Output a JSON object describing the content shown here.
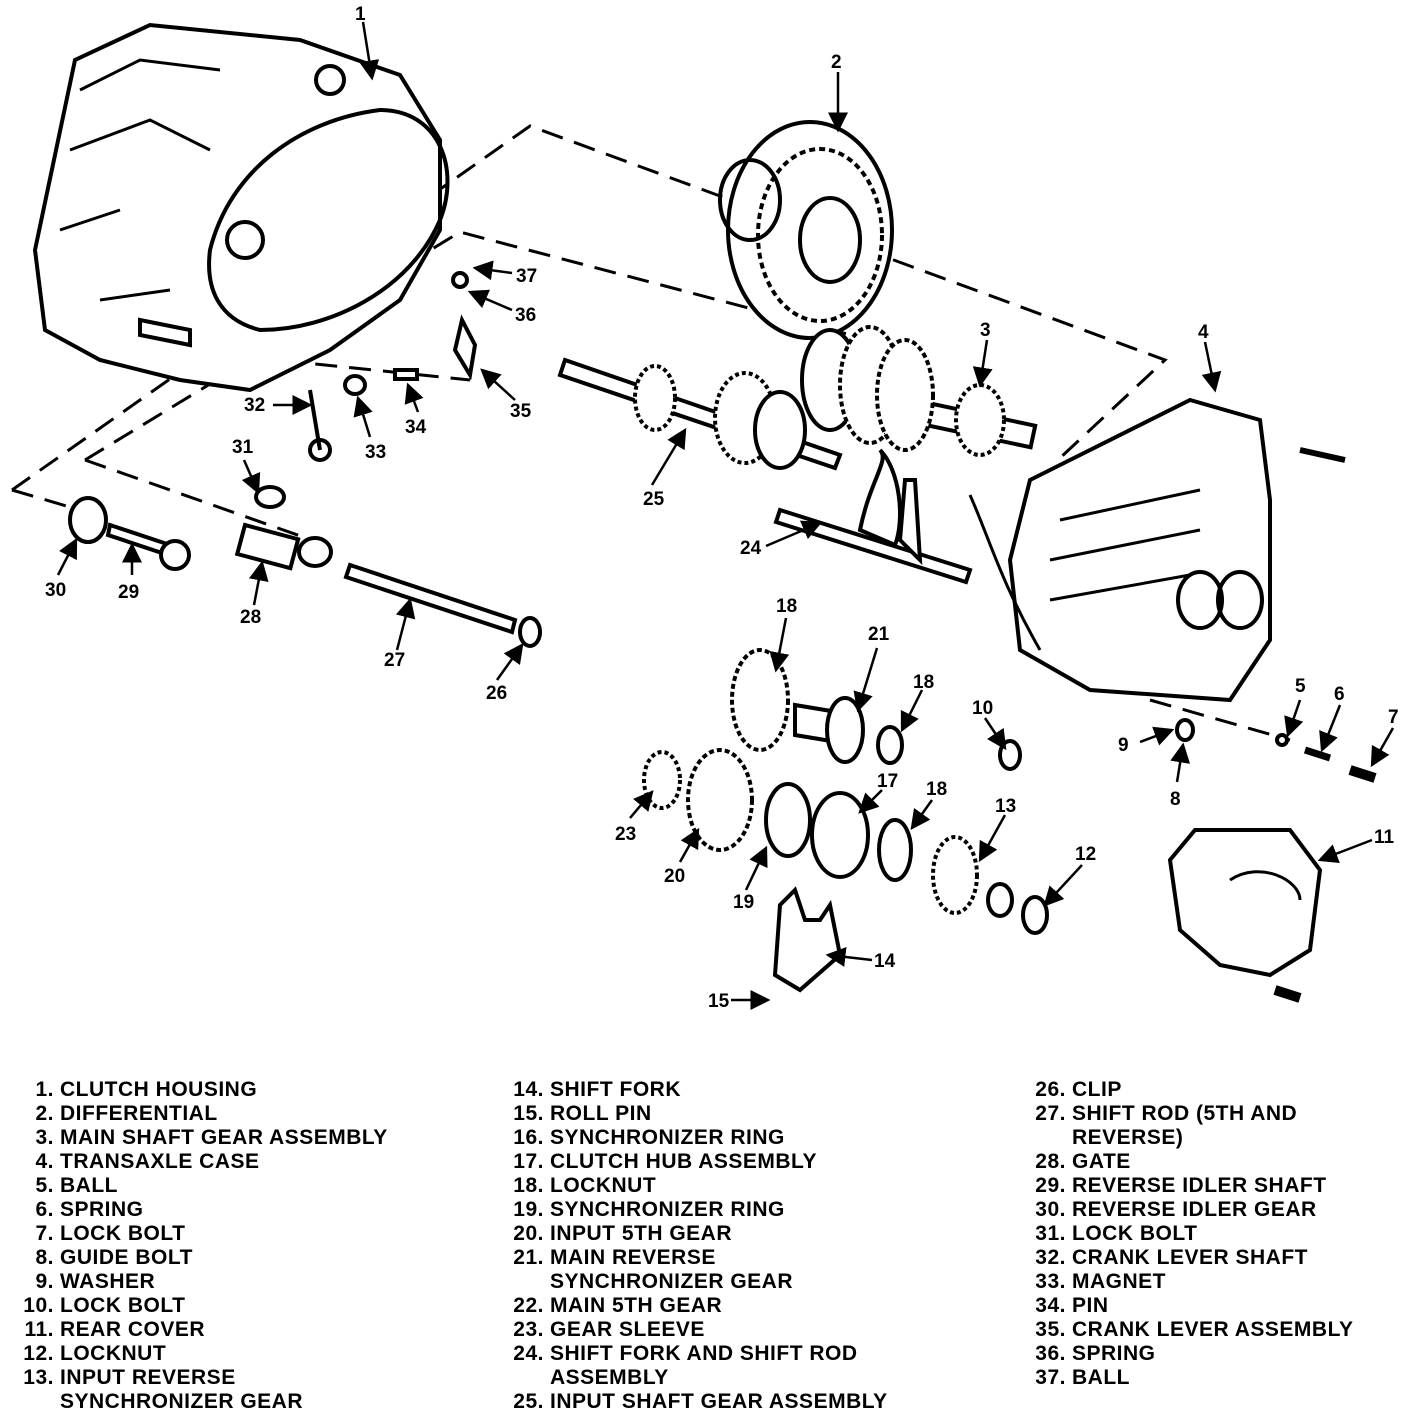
{
  "callouts": [
    "1",
    "2",
    "3",
    "4",
    "5",
    "6",
    "7",
    "8",
    "9",
    "10",
    "11",
    "12",
    "13",
    "14",
    "15",
    "18",
    "17",
    "18",
    "19",
    "20",
    "21",
    "18",
    "23",
    "24",
    "25",
    "26",
    "27",
    "28",
    "29",
    "30",
    "31",
    "32",
    "33",
    "34",
    "35",
    "36",
    "37"
  ],
  "legend": {
    "col1": [
      {
        "num": "1.",
        "text": "CLUTCH HOUSING"
      },
      {
        "num": "2.",
        "text": "DIFFERENTIAL"
      },
      {
        "num": "3.",
        "text": "MAIN SHAFT GEAR ASSEMBLY"
      },
      {
        "num": "4.",
        "text": "TRANSAXLE CASE"
      },
      {
        "num": "5.",
        "text": "BALL"
      },
      {
        "num": "6.",
        "text": "SPRING"
      },
      {
        "num": "7.",
        "text": "LOCK BOLT"
      },
      {
        "num": "8.",
        "text": "GUIDE BOLT"
      },
      {
        "num": "9.",
        "text": "WASHER"
      },
      {
        "num": "10.",
        "text": "LOCK BOLT"
      },
      {
        "num": "11.",
        "text": "REAR COVER"
      },
      {
        "num": "12.",
        "text": "LOCKNUT"
      },
      {
        "num": "13.",
        "text": "INPUT REVERSE",
        "cont": "SYNCHRONIZER GEAR"
      }
    ],
    "col2": [
      {
        "num": "14.",
        "text": "SHIFT FORK"
      },
      {
        "num": "15.",
        "text": "ROLL PIN"
      },
      {
        "num": "16.",
        "text": "SYNCHRONIZER RING"
      },
      {
        "num": "17.",
        "text": "CLUTCH HUB ASSEMBLY"
      },
      {
        "num": "18.",
        "text": "LOCKNUT"
      },
      {
        "num": "19.",
        "text": "SYNCHRONIZER RING"
      },
      {
        "num": "20.",
        "text": "INPUT 5TH GEAR"
      },
      {
        "num": "21.",
        "text": "MAIN REVERSE",
        "cont": "SYNCHRONIZER GEAR"
      },
      {
        "num": "22.",
        "text": "MAIN 5TH GEAR"
      },
      {
        "num": "23.",
        "text": "GEAR SLEEVE"
      },
      {
        "num": "24.",
        "text": "SHIFT FORK AND SHIFT ROD",
        "cont": "ASSEMBLY"
      },
      {
        "num": "25.",
        "text": "INPUT SHAFT GEAR ASSEMBLY"
      }
    ],
    "col3": [
      {
        "num": "26.",
        "text": "CLIP"
      },
      {
        "num": "27.",
        "text": "SHIFT ROD (5TH AND",
        "cont": "REVERSE)"
      },
      {
        "num": "28.",
        "text": "GATE"
      },
      {
        "num": "29.",
        "text": "REVERSE IDLER SHAFT"
      },
      {
        "num": "30.",
        "text": "REVERSE IDLER GEAR"
      },
      {
        "num": "31.",
        "text": "LOCK BOLT"
      },
      {
        "num": "32.",
        "text": "CRANK LEVER SHAFT"
      },
      {
        "num": "33.",
        "text": "MAGNET"
      },
      {
        "num": "34.",
        "text": "PIN"
      },
      {
        "num": "35.",
        "text": "CRANK LEVER ASSEMBLY"
      },
      {
        "num": "36.",
        "text": "SPRING"
      },
      {
        "num": "37.",
        "text": "BALL"
      }
    ]
  }
}
